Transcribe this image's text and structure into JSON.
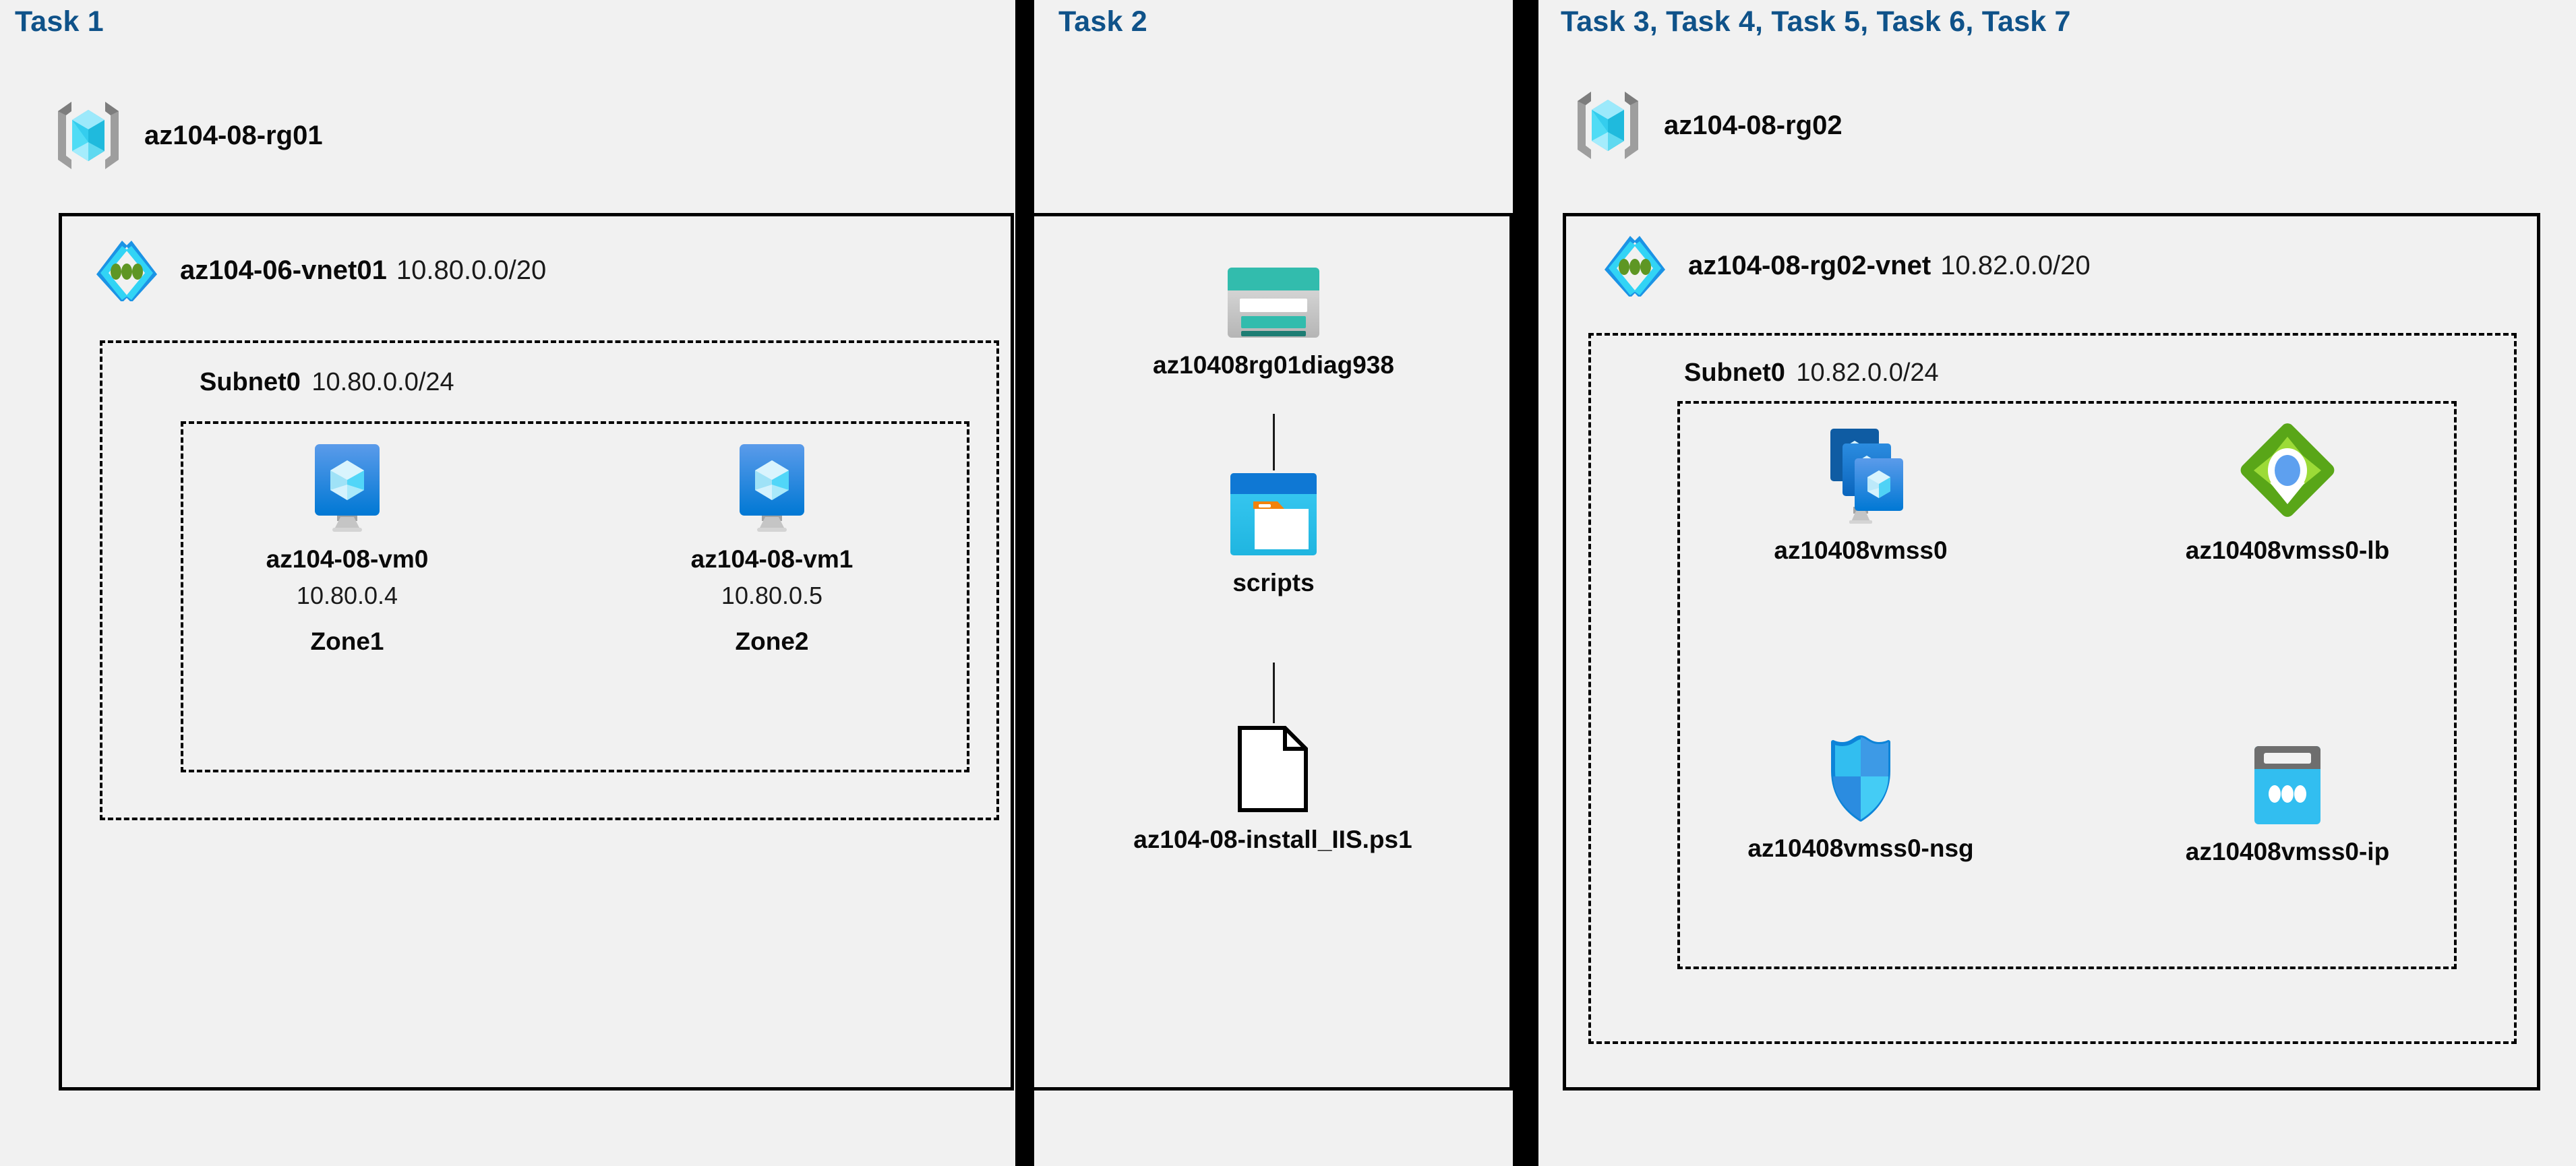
{
  "colors": {
    "panel_bg": "#f1f1f1",
    "separator": "#000000",
    "task_title": "#0f5289",
    "border": "#000000",
    "vm_blue_top": "#5b9bea",
    "vm_blue_bottom": "#0078d4",
    "rg_cube_cyan": "#32d2f2",
    "vnet_blue": "#1b93e5",
    "vnet_green": "#5e9624",
    "storage_teal": "#32bcad",
    "scripts_blue": "#0f78d4",
    "scripts_cyan": "#32c5f4",
    "lb_green": "#59a618",
    "lb_lightgreen": "#9cdb37",
    "lb_dot_blue": "#5ea0ef",
    "nsg_cyan": "#32bef0",
    "nsg_blue": "#2b8ce0",
    "ip_gray": "#6e6e6e",
    "ip_cyan": "#32bef0"
  },
  "panels": [
    {
      "id": "task1",
      "title": "Task 1",
      "resource_group": {
        "icon": "resource-group-icon",
        "name": "az104-08-rg01"
      },
      "vnet": {
        "icon": "virtual-network-icon",
        "name": "az104-06-vnet01",
        "cidr": "10.80.0.0/20"
      },
      "subnet": {
        "name": "Subnet0",
        "cidr": "10.80.0.0/24"
      },
      "vms": [
        {
          "icon": "virtual-machine-icon",
          "name": "az104-08-vm0",
          "ip": "10.80.0.4",
          "zone": "Zone1"
        },
        {
          "icon": "virtual-machine-icon",
          "name": "az104-08-vm1",
          "ip": "10.80.0.5",
          "zone": "Zone2"
        }
      ]
    },
    {
      "id": "task2",
      "title": "Task 2",
      "nodes": [
        {
          "icon": "storage-account-icon",
          "name": "az10408rg01diag938"
        },
        {
          "icon": "blob-container-icon",
          "name": "scripts"
        },
        {
          "icon": "script-file-icon",
          "name": "az104-08-install_IIS.ps1"
        }
      ]
    },
    {
      "id": "task3",
      "title": "Task 3, Task 4, Task 5, Task 6, Task 7",
      "resource_group": {
        "icon": "resource-group-icon",
        "name": "az104-08-rg02"
      },
      "vnet": {
        "icon": "virtual-network-icon",
        "name": "az104-08-rg02-vnet",
        "cidr": "10.82.0.0/20"
      },
      "subnet": {
        "name": "Subnet0",
        "cidr": "10.82.0.0/24"
      },
      "resources": [
        {
          "icon": "vm-scale-set-icon",
          "name": "az10408vmss0"
        },
        {
          "icon": "load-balancer-icon",
          "name": "az10408vmss0-lb"
        },
        {
          "icon": "network-security-group-icon",
          "name": "az10408vmss0-nsg"
        },
        {
          "icon": "public-ip-address-icon",
          "name": "az10408vmss0-ip"
        }
      ]
    }
  ]
}
